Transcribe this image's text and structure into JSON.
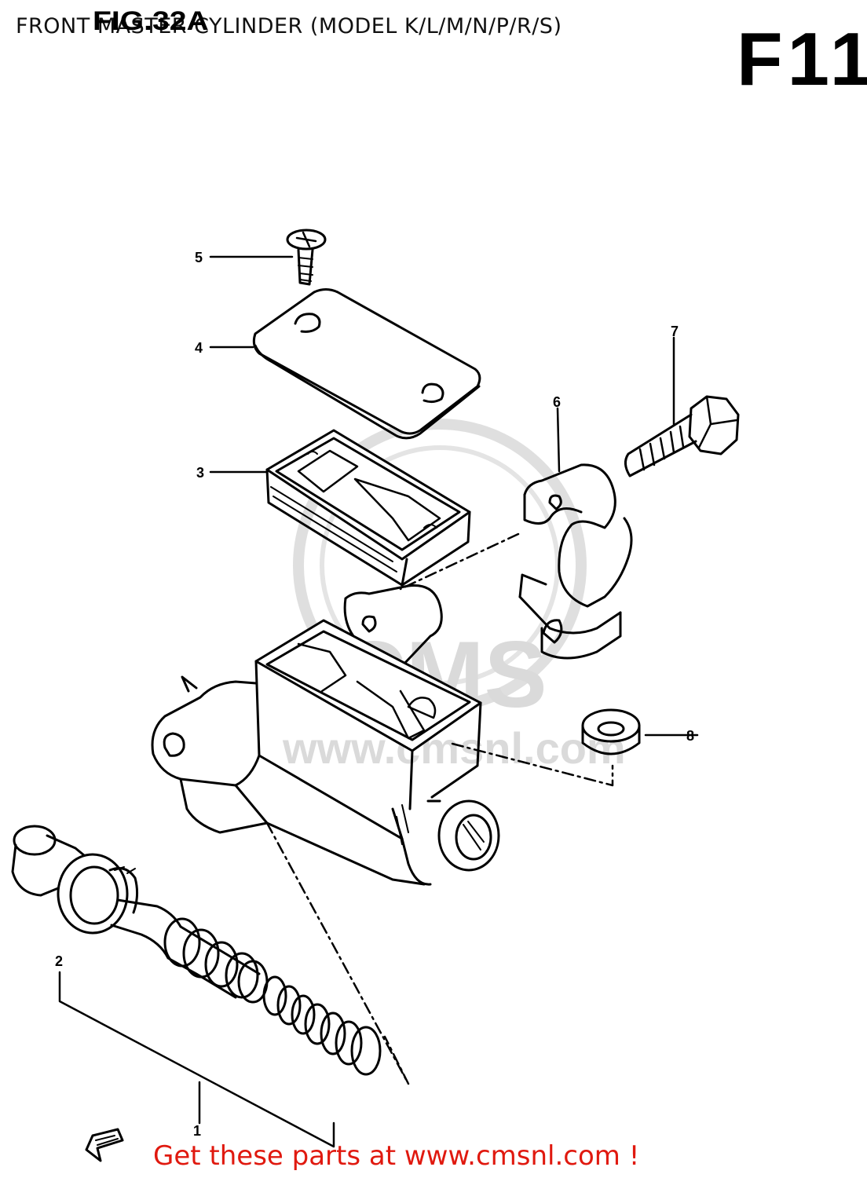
{
  "header": {
    "title": "FRONT MASTER CYLINDER (MODEL K/L/M/N/P/R/S)",
    "figure_label": "FIG.32A",
    "page_code": "F11"
  },
  "watermark": {
    "brand": "CMS",
    "url": "www.cmsnl.com"
  },
  "callouts": [
    "1",
    "2",
    "3",
    "4",
    "5",
    "6",
    "7",
    "8"
  ],
  "footer": {
    "promo": "Get these parts at www.cmsnl.com !"
  },
  "colors": {
    "line": "#000000",
    "watermark": "#d8d8d8",
    "promo": "#e0190f"
  }
}
